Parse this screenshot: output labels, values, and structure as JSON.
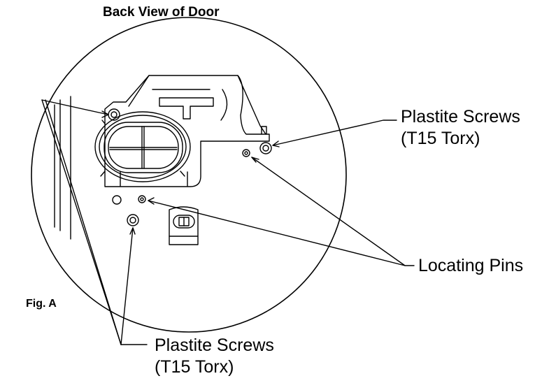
{
  "title": "Back View of Door",
  "labels": {
    "screws_top_right": {
      "line1": "Plastite Screws",
      "line2": "(T15 Torx)"
    },
    "locating_pins": "Locating Pins",
    "screws_bottom": {
      "line1": "Plastite Screws",
      "line2": "(T15 Torx)"
    }
  },
  "figure_label": "Fig. A"
}
